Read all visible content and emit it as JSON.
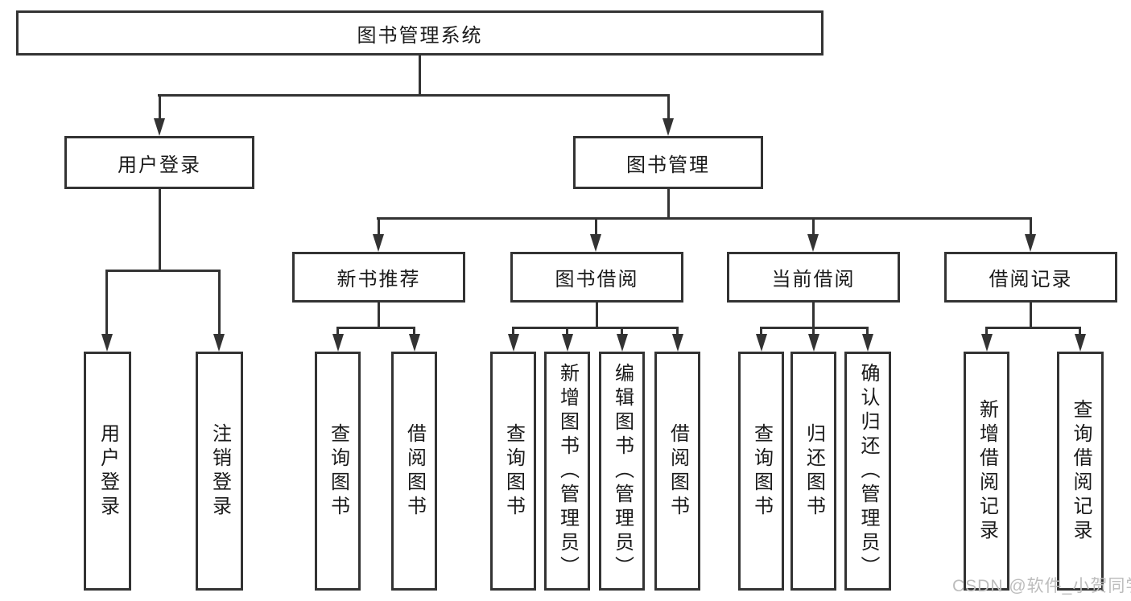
{
  "diagram_title": "图书管理系统",
  "nodes": {
    "root": "图书管理系统",
    "l2": {
      "login": "用户登录",
      "mgmt": "图书管理"
    },
    "l3": {
      "recommend": "新书推荐",
      "borrow": "图书借阅",
      "current": "当前借阅",
      "records": "借阅记录"
    },
    "leaves": {
      "login_user": "用户登录",
      "login_logout": "注销登录",
      "rec_query": "查询图书",
      "rec_borrow": "借阅图书",
      "bw_query": "查询图书",
      "bw_add": "新增图书（管理员）",
      "bw_edit": "编辑图书（管理员）",
      "bw_borrow": "借阅图书",
      "cur_query": "查询图书",
      "cur_return": "归还图书",
      "cur_confirm": "确认归还（管理员）",
      "rcd_add": "新增借阅记录",
      "rcd_query": "查询借阅记录"
    }
  },
  "watermark": "CSDN @软件_小贺同学",
  "colors": {
    "line": "#333333",
    "text": "#1a1a1a",
    "watermark": "#bdbdbd",
    "background": "#ffffff"
  }
}
